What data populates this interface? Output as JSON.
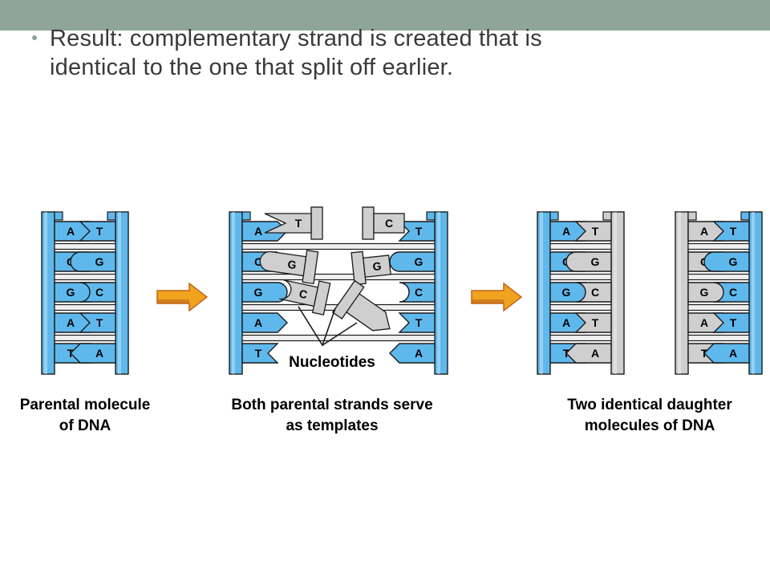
{
  "slide": {
    "bullet_line1": "Result: complementary strand is created that is",
    "bullet_line2": "identical to the one that split off earlier."
  },
  "diagram": {
    "parental": {
      "left_bases": [
        "A",
        "C",
        "G",
        "A",
        "T"
      ],
      "right_bases": [
        "T",
        "G",
        "C",
        "T",
        "A"
      ],
      "caption_line1": "Parental molecule",
      "caption_line2": "of DNA"
    },
    "templates": {
      "left_bases": [
        "A",
        "C",
        "G",
        "A",
        "T"
      ],
      "right_bases": [
        "T",
        "G",
        "C",
        "T",
        "A"
      ],
      "free_nucleotides": [
        "T",
        "G",
        "C",
        "C",
        "G"
      ],
      "nucleotides_label": "Nucleotides",
      "caption_line1": "Both parental strands serve",
      "caption_line2": "as templates"
    },
    "daughters": {
      "first_left": [
        "A",
        "C",
        "G",
        "A",
        "T"
      ],
      "first_right": [
        "T",
        "G",
        "C",
        "T",
        "A"
      ],
      "second_left": [
        "A",
        "C",
        "G",
        "A",
        "T"
      ],
      "second_right": [
        "T",
        "G",
        "C",
        "T",
        "A"
      ],
      "caption_line1": "Two identical daughter",
      "caption_line2": "molecules of DNA"
    },
    "colors": {
      "parental_strand": "#5fb8ec",
      "new_strand": "#cfcfcf",
      "outline": "#1a1a1a",
      "arrow_fill": "#f0a31e",
      "arrow_dark": "#c0661a",
      "bar_top": "#f0f0f0",
      "bar_bottom": "#ffffff",
      "accent": "#8fa597"
    },
    "icons": [
      "right-arrow-icon"
    ]
  }
}
